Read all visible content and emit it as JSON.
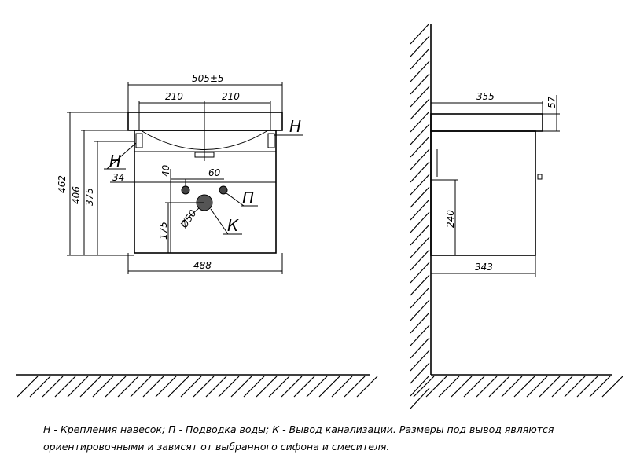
{
  "front_view": {
    "width_overall": "505±5",
    "offset_left": "210",
    "offset_right": "210",
    "height_total": "462",
    "height_406": "406",
    "height_375": "375",
    "dim_34": "34",
    "dim_40": "40",
    "dim_60": "60",
    "dim_175": "175",
    "drain_diameter": "Ø50",
    "width_bottom": "488",
    "label_hanger_right": "Н",
    "label_hanger_left": "Н",
    "label_water": "П",
    "label_drain": "К"
  },
  "side_view": {
    "depth_top": "355",
    "top_thickness": "57",
    "height_240": "240",
    "depth_bottom": "343"
  },
  "caption": {
    "line1": "Н - Крепления навесок; П - Подводка воды; К - Вывод канализации. Размеры под вывод являются",
    "line2": "ориентировочными и зависят от выбранного сифона и смесителя."
  }
}
